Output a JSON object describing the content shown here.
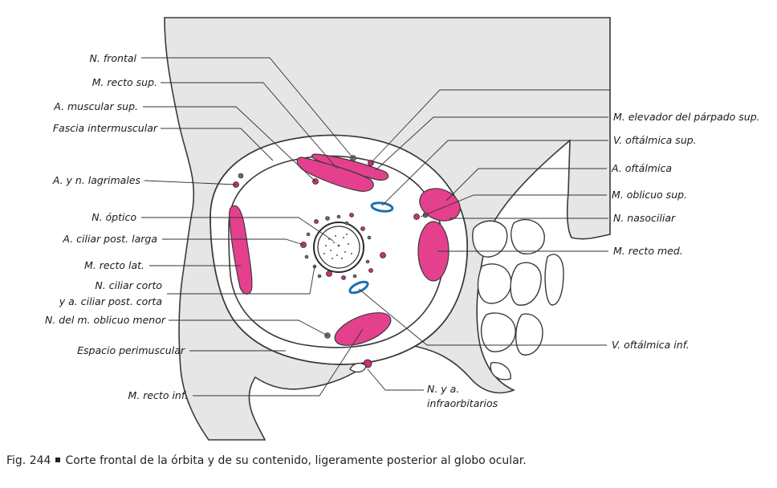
{
  "figure": {
    "caption_num": "Fig. 244",
    "caption_text": "Corte frontal de la órbita y de su contenido, ligeramente posterior al globo ocular."
  },
  "labels": {
    "n_frontal": "N. frontal",
    "m_recto_sup": "M. recto sup.",
    "a_muscular_sup": "A. muscular sup.",
    "fascia_intermuscular": "Fascia intermuscular",
    "a_n_lagrimales": "A. y n. lagrimales",
    "n_optico": "N. óptico",
    "a_ciliar_post_larga": "A. ciliar post. larga",
    "m_recto_lat": "M. recto lat.",
    "n_ciliar_corto_1": "N. ciliar corto",
    "n_ciliar_corto_2": "y a. ciliar post. corta",
    "n_m_oblicuo_menor": "N. del m. oblicuo menor",
    "espacio_perimuscular": "Espacio perimuscular",
    "m_recto_inf": "M. recto inf.",
    "m_elevador": "M. elevador del párpado sup.",
    "v_oftalmica_sup": "V. oftálmica sup.",
    "a_oftalmica": "A. oftálmica",
    "m_oblicuo_sup": "M. oblicuo sup.",
    "n_nasociliar": "N. nasociliar",
    "m_recto_med": "M. recto med.",
    "v_oftalmica_inf": "V. oftálmica inf.",
    "n_a_infraorbitarios_1": "N. y a.",
    "n_a_infraorbitarios_2": "infraorbitarios"
  },
  "colors": {
    "muscle": "#e4408e",
    "vein": "#1a6fb0",
    "bone": "#e6e6e6"
  }
}
